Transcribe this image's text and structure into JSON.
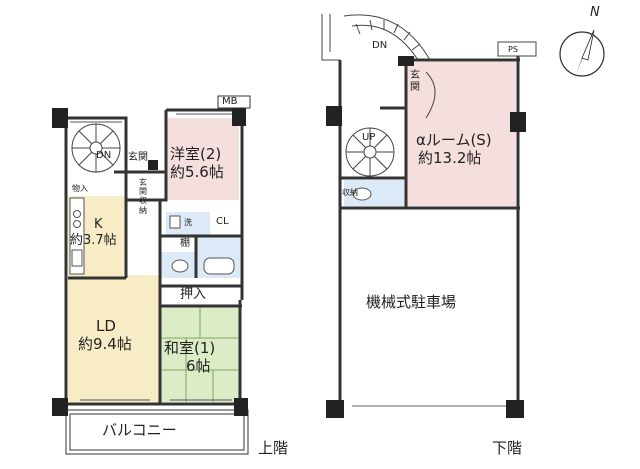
{
  "upper": {
    "yoshitsu2": {
      "name": "洋室(2)",
      "size": "約5.6帖"
    },
    "mb": "MB",
    "dn": "DN",
    "genkan": "玄関",
    "genkan_storage": "玄関収納",
    "storage": "物入",
    "kitchen": {
      "name": "K",
      "size": "約3.7帖"
    },
    "wash": "洗",
    "cl": "CL",
    "shelf": "棚",
    "closet": "押入",
    "ld": {
      "name": "LD",
      "size": "約9.4帖"
    },
    "washitsu1": {
      "name": "和室(1)",
      "size": "6帖"
    },
    "balcony": "バルコニー",
    "floor_label": "上階"
  },
  "lower": {
    "dn": "DN",
    "ps": "PS",
    "genkan": "玄関",
    "up": "UP",
    "alpha": {
      "name": "αルーム(S)",
      "size": "約13.2帖"
    },
    "storage": "収納",
    "parking": "機械式駐車場",
    "floor_label": "下階"
  },
  "compass": {
    "north": "N"
  },
  "colors": {
    "western_room": "#f5dede",
    "kitchen_ld": "#f8ecc6",
    "japanese_room": "#dbecc6",
    "wet_area": "#dbeaf6"
  }
}
